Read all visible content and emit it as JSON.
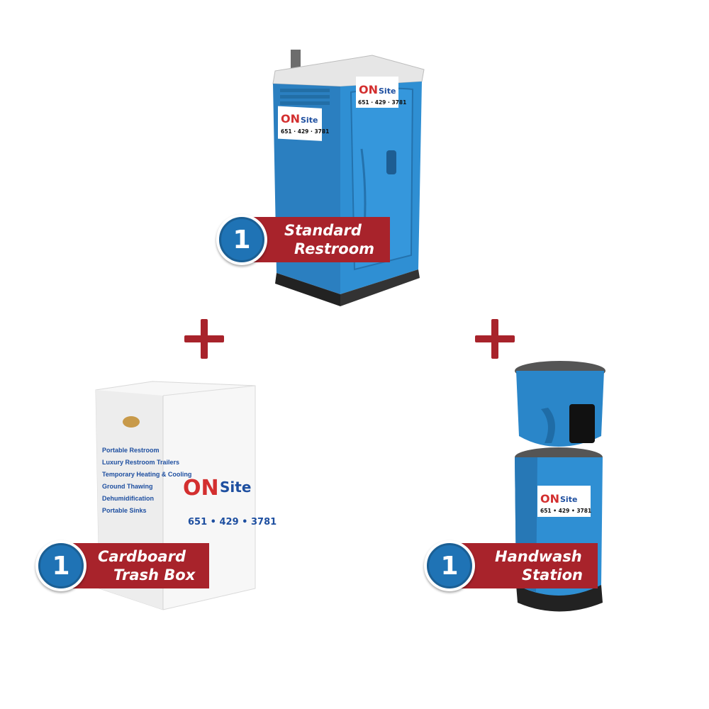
{
  "products": [
    {
      "id": "restroom",
      "quantity": "1",
      "label_lines": [
        "Standard",
        "Restroom"
      ],
      "brand": {
        "logo_on": "ON",
        "logo_site": "Site",
        "phone": "651 · 429 · 3781"
      },
      "color": "#2a86c9"
    },
    {
      "id": "trash_box",
      "quantity": "1",
      "label_lines": [
        "Cardboard",
        "Trash Box"
      ],
      "brand": {
        "logo_on": "ON",
        "logo_site": "Site",
        "phone": "651 • 429 • 3781"
      },
      "box_list": [
        "Portable Restroom",
        "Luxury Restroom Trailers",
        "Temporary Heating & Cooling",
        "Ground Thawing",
        "Dehumidification",
        "Portable Sinks"
      ],
      "color": "#ffffff"
    },
    {
      "id": "handwash",
      "quantity": "1",
      "label_lines": [
        "Handwash",
        "Station"
      ],
      "brand": {
        "logo_on": "ON",
        "logo_site": "Site",
        "phone": "651 • 429 • 3781"
      },
      "color": "#2a86c9"
    }
  ],
  "colors": {
    "label_bg": "#a8232b",
    "badge_blue": "#1f73b5",
    "plus_red": "#a8232b",
    "brand_red": "#d32f2f",
    "brand_blue": "#1e4fa0"
  },
  "icons": {
    "plus": "plus-icon"
  }
}
